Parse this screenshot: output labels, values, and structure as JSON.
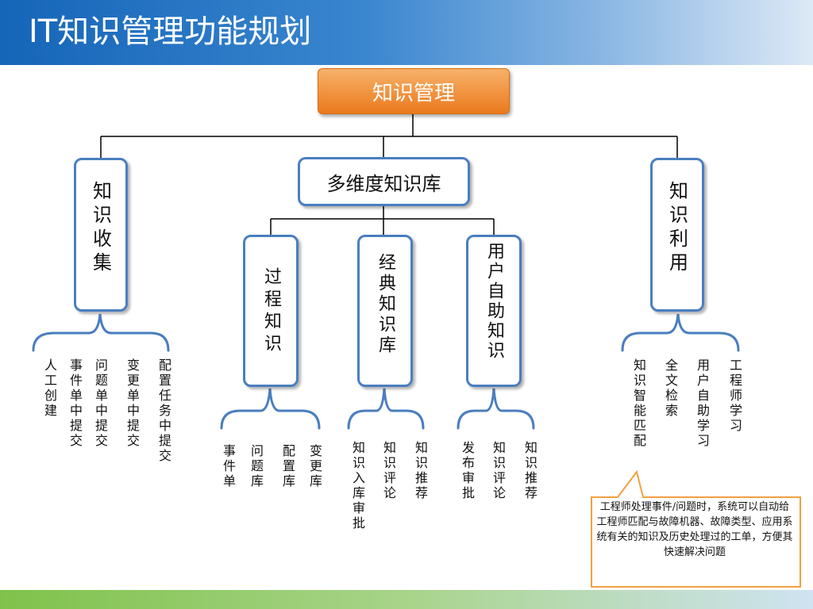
{
  "slide": {
    "title": "IT知识管理功能规划"
  },
  "root": {
    "label": "知识管理"
  },
  "branches": {
    "collect": {
      "label": "知识收集"
    },
    "repository": {
      "label": "多维度知识库"
    },
    "use": {
      "label": "知识利用"
    }
  },
  "sub_branches": {
    "process": {
      "label": "过程知识"
    },
    "classic": {
      "label": "经典知识库"
    },
    "selfhelp": {
      "label": "用户自助知识"
    }
  },
  "leaves": {
    "collect": [
      "人工创建",
      "事件单中提交",
      "问题单中提交",
      "变更单中提交",
      "配置任务中提交"
    ],
    "process": [
      "事件单",
      "问题库",
      "配置库",
      "变更库"
    ],
    "classic": [
      "知识入库审批",
      "知识评论",
      "知识推荐"
    ],
    "selfhelp": [
      "发布审批",
      "知识评论",
      "知识推荐"
    ],
    "use": [
      "知识智能匹配",
      "全文检索",
      "用户自助学习",
      "工程师学习"
    ]
  },
  "callout": {
    "text": "工程师处理事件/问题时，系统可以自动给工程师匹配与故障机器、故障类型、应用系统有关的知识及历史处理过的工单，方便其快速解决问题"
  },
  "colors": {
    "accent": "#4a7ebf",
    "root": "#ea7a1e",
    "callout_border": "#f0a040",
    "brace": "#4a7ebf"
  }
}
